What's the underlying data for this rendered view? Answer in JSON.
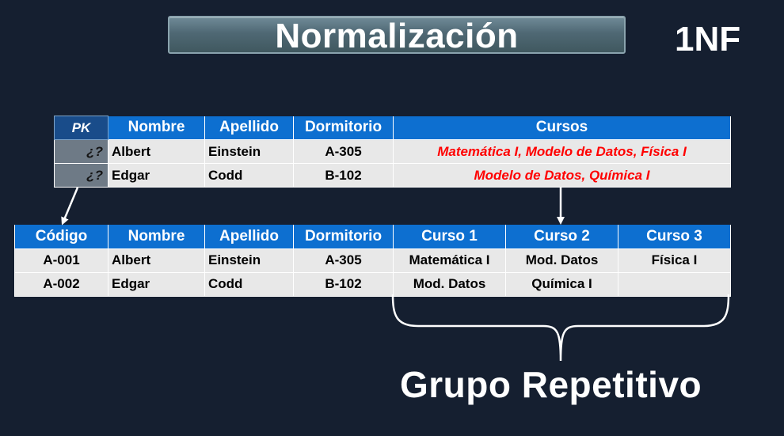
{
  "slide": {
    "title": "Normalización",
    "form_label": "1NF",
    "caption": "Grupo Repetitivo"
  },
  "table_original": {
    "headers": [
      "PK",
      "Nombre",
      "Apellido",
      "Dormitorio",
      "Cursos"
    ],
    "rows": [
      {
        "pk": "¿?",
        "nombre": "Albert",
        "apellido": "Einstein",
        "dormitorio": "A-305",
        "cursos": "Matemática I, Modelo de Datos, Física I"
      },
      {
        "pk": "¿?",
        "nombre": "Edgar",
        "apellido": "Codd",
        "dormitorio": "B-102",
        "cursos": "Modelo de Datos, Química I"
      }
    ]
  },
  "table_1nf": {
    "headers": [
      "Código",
      "Nombre",
      "Apellido",
      "Dormitorio",
      "Curso 1",
      "Curso 2",
      "Curso 3"
    ],
    "rows": [
      {
        "codigo": "A-001",
        "nombre": "Albert",
        "apellido": "Einstein",
        "dormitorio": "A-305",
        "curso1": "Matemática I",
        "curso2": "Mod. Datos",
        "curso3": "Física I"
      },
      {
        "codigo": "A-002",
        "nombre": "Edgar",
        "apellido": "Codd",
        "dormitorio": "B-102",
        "curso1": "Mod. Datos",
        "curso2": "Química I",
        "curso3": ""
      }
    ]
  },
  "colors": {
    "background": "#151f30",
    "header_blue": "#0d6fd0",
    "pk_header": "#194c8a",
    "pk_cell": "#6e7a86",
    "cell": "#e8e8e8",
    "highlight_text": "#ff0000"
  }
}
